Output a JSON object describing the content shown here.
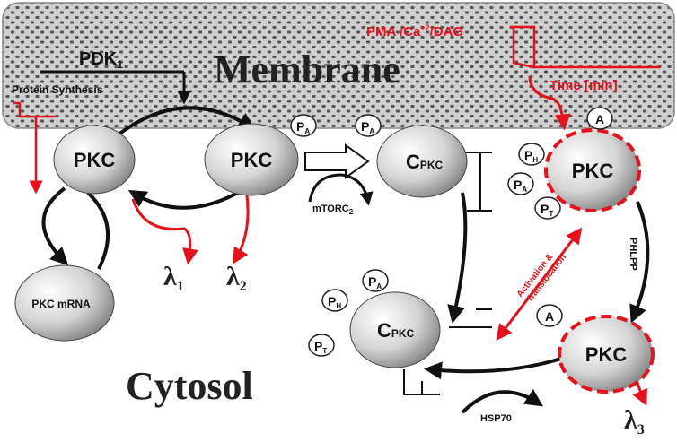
{
  "labels": {
    "membrane": "Membrane",
    "cytosol": "Cytosol",
    "pdk_main": "PDK",
    "pdk_sub": "1",
    "protein_synthesis": "Protein Synthesis",
    "pma_text": "PMA /Ca",
    "pma_sup": "+2",
    "pma_dag": "/DAG",
    "time": "Time [min]",
    "pkc": "PKC",
    "pkc_mrna": "PKC  mRNA",
    "cpkc_c": "C",
    "cpkc_sub": "PKC",
    "mtorc_main": "mTORC",
    "mtorc_sub": "2",
    "phlpp": "PHLPP",
    "hsp70": "HSP70",
    "activation": "Activation &",
    "translocation": "Translocation",
    "lambda": "λ",
    "l1": "1",
    "l2": "2",
    "l3": "3",
    "p_main": "P",
    "sub_a": "A",
    "sub_h": "H",
    "sub_t": "T",
    "a_badge": "A"
  },
  "colors": {
    "accent_red": "#e8101a",
    "membrane_bg": "#c9c9c9",
    "arrow": "#111111"
  }
}
